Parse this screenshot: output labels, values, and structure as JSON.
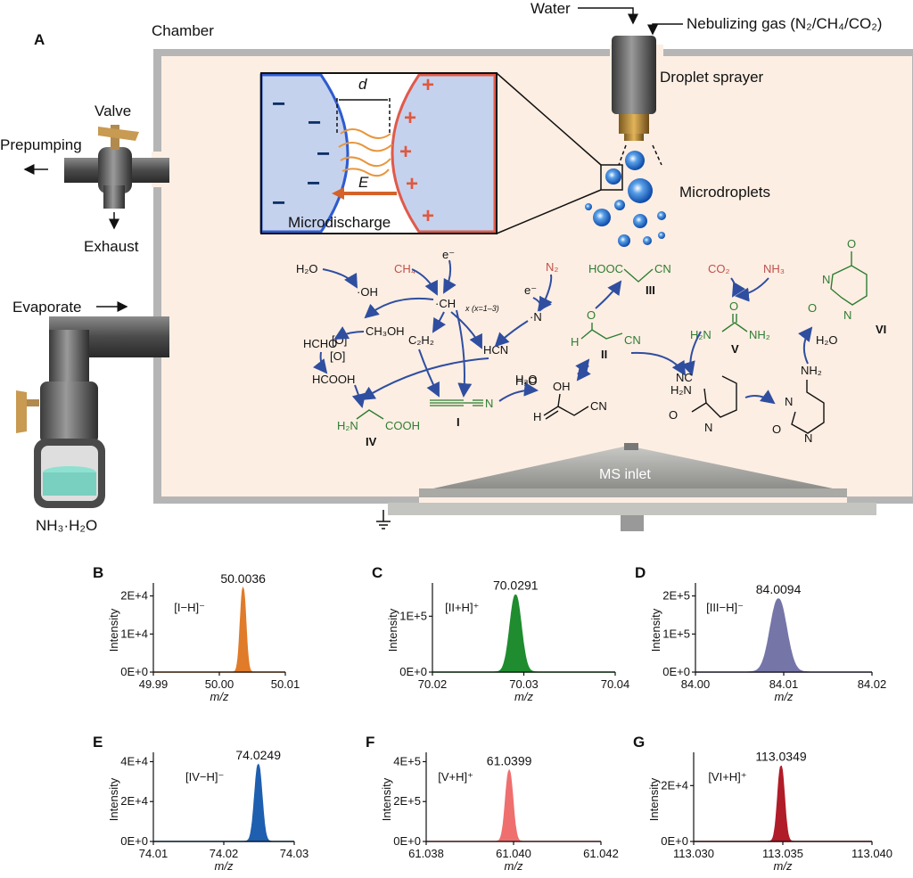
{
  "panelA": {
    "letter": "A",
    "chamber_label": "Chamber",
    "water_label": "Water",
    "gas_label": "Nebulizing gas (N₂/CH₄/CO₂)",
    "sprayer_label": "Droplet sprayer",
    "microdroplets_label": "Microdroplets",
    "valve_label": "Valve",
    "prepumping_label": "Prepumping",
    "exhaust_label": "Exhaust",
    "evaporate_label": "Evaporate",
    "ammonia_label": "NH₃·H₂O",
    "ms_inlet_label": "MS inlet",
    "inset": {
      "d_label": "d",
      "E_label": "E",
      "microdischarge_label": "Microdischarge"
    },
    "chemistry": {
      "h2o": "H₂O",
      "oh": "·OH",
      "ch4": "CH₄",
      "electron": "e⁻",
      "chx": "·CH",
      "chx_sub": "x (x=1–3)",
      "n2": "N₂",
      "n_rad": "·N",
      "o_bracket": "[O]",
      "ch3oh": "CH₃OH",
      "hcho": "HCHO",
      "hcooh": "HCOOH",
      "c2h2": "C₂H₂",
      "hcn": "HCN",
      "h2o_b": "H₂O",
      "h2o_c": "H₂O",
      "co2": "CO₂",
      "nh3": "NH₃",
      "label_I": "I",
      "label_II": "II",
      "label_III": "III",
      "label_IV": "IV",
      "label_V": "V",
      "label_VI": "VI",
      "hooc": "HOOC",
      "cn": "CN",
      "nc": "NC",
      "n": "N",
      "h2n": "H₂N",
      "nh2": "NH₂",
      "cooh": "COOH",
      "oh_enol": "OH",
      "o": "O",
      "h": "H",
      "n_h": "N"
    }
  },
  "chart_data": [
    {
      "panel": "B",
      "type": "line",
      "ion": "[I−H]⁻",
      "peak_label": "50.0036",
      "peak_x": 50.0036,
      "xlim": [
        49.99,
        50.01
      ],
      "xticks": [
        "49.99",
        "50.00",
        "50.01"
      ],
      "ylim": [
        0,
        22000
      ],
      "yticks": [
        "0E+0",
        "1E+4",
        "2E+4"
      ],
      "ytick_values": [
        0,
        10000,
        20000
      ],
      "xlabel": "m/z",
      "ylabel": "Intensity",
      "color": "#e07b2a",
      "peak_height": 22000,
      "peak_width": 0.0004
    },
    {
      "panel": "C",
      "type": "line",
      "ion": "[II+H]⁺",
      "peak_label": "70.0291",
      "peak_x": 70.0291,
      "xlim": [
        70.02,
        70.04
      ],
      "xticks": [
        "70.02",
        "70.03",
        "70.04"
      ],
      "ylim": [
        0,
        150000
      ],
      "yticks": [
        "0E+0",
        "1E+5"
      ],
      "ytick_values": [
        0,
        100000
      ],
      "xlabel": "m/z",
      "ylabel": "Intensity",
      "color": "#1e8c2f",
      "peak_height": 138000,
      "peak_width": 0.0006
    },
    {
      "panel": "D",
      "type": "line",
      "ion": "[III−H]⁻",
      "peak_label": "84.0094",
      "peak_x": 84.0094,
      "xlim": [
        84.0,
        84.02
      ],
      "xticks": [
        "84.00",
        "84.01",
        "84.02"
      ],
      "ylim": [
        0,
        220000
      ],
      "yticks": [
        "0E+0",
        "1E+5",
        "2E+5"
      ],
      "ytick_values": [
        0,
        100000,
        200000
      ],
      "xlabel": "m/z",
      "ylabel": "Intensity",
      "color": "#7575a8",
      "peak_height": 192000,
      "peak_width": 0.0009
    },
    {
      "panel": "E",
      "type": "line",
      "ion": "[IV−H]⁻",
      "peak_label": "74.0249",
      "peak_x": 74.0249,
      "xlim": [
        74.01,
        74.03
      ],
      "xticks": [
        "74.01",
        "74.02",
        "74.03"
      ],
      "ylim": [
        0,
        42000
      ],
      "yticks": [
        "0E+0",
        "2E+4",
        "4E+4"
      ],
      "ytick_values": [
        0,
        20000,
        40000
      ],
      "xlabel": "m/z",
      "ylabel": "Intensity",
      "color": "#1f5fb0",
      "peak_height": 38500,
      "peak_width": 0.0005
    },
    {
      "panel": "F",
      "type": "line",
      "ion": "[V+H]⁺",
      "peak_label": "61.0399",
      "peak_x": 61.0399,
      "xlim": [
        61.038,
        61.042
      ],
      "xticks": [
        "61.038",
        "61.040",
        "61.042"
      ],
      "ylim": [
        0,
        420000
      ],
      "yticks": [
        "0E+0",
        "2E+5",
        "4E+5"
      ],
      "ytick_values": [
        0,
        200000,
        400000
      ],
      "xlabel": "m/z",
      "ylabel": "Intensity",
      "color": "#ef6f6f",
      "peak_height": 355000,
      "peak_width": 8e-05
    },
    {
      "panel": "G",
      "type": "line",
      "ion": "[VI+H]⁺",
      "peak_label": "113.0349",
      "peak_x": 113.0349,
      "xlim": [
        113.03,
        113.04
      ],
      "xticks": [
        "113.030",
        "113.035",
        "113.040"
      ],
      "ylim": [
        0,
        30000
      ],
      "yticks": [
        "0E+0",
        "2E+4"
      ],
      "ytick_values": [
        0,
        20000
      ],
      "xlabel": "m/z",
      "ylabel": "Intensity",
      "color": "#b01c28",
      "peak_height": 27000,
      "peak_width": 0.00018
    }
  ]
}
